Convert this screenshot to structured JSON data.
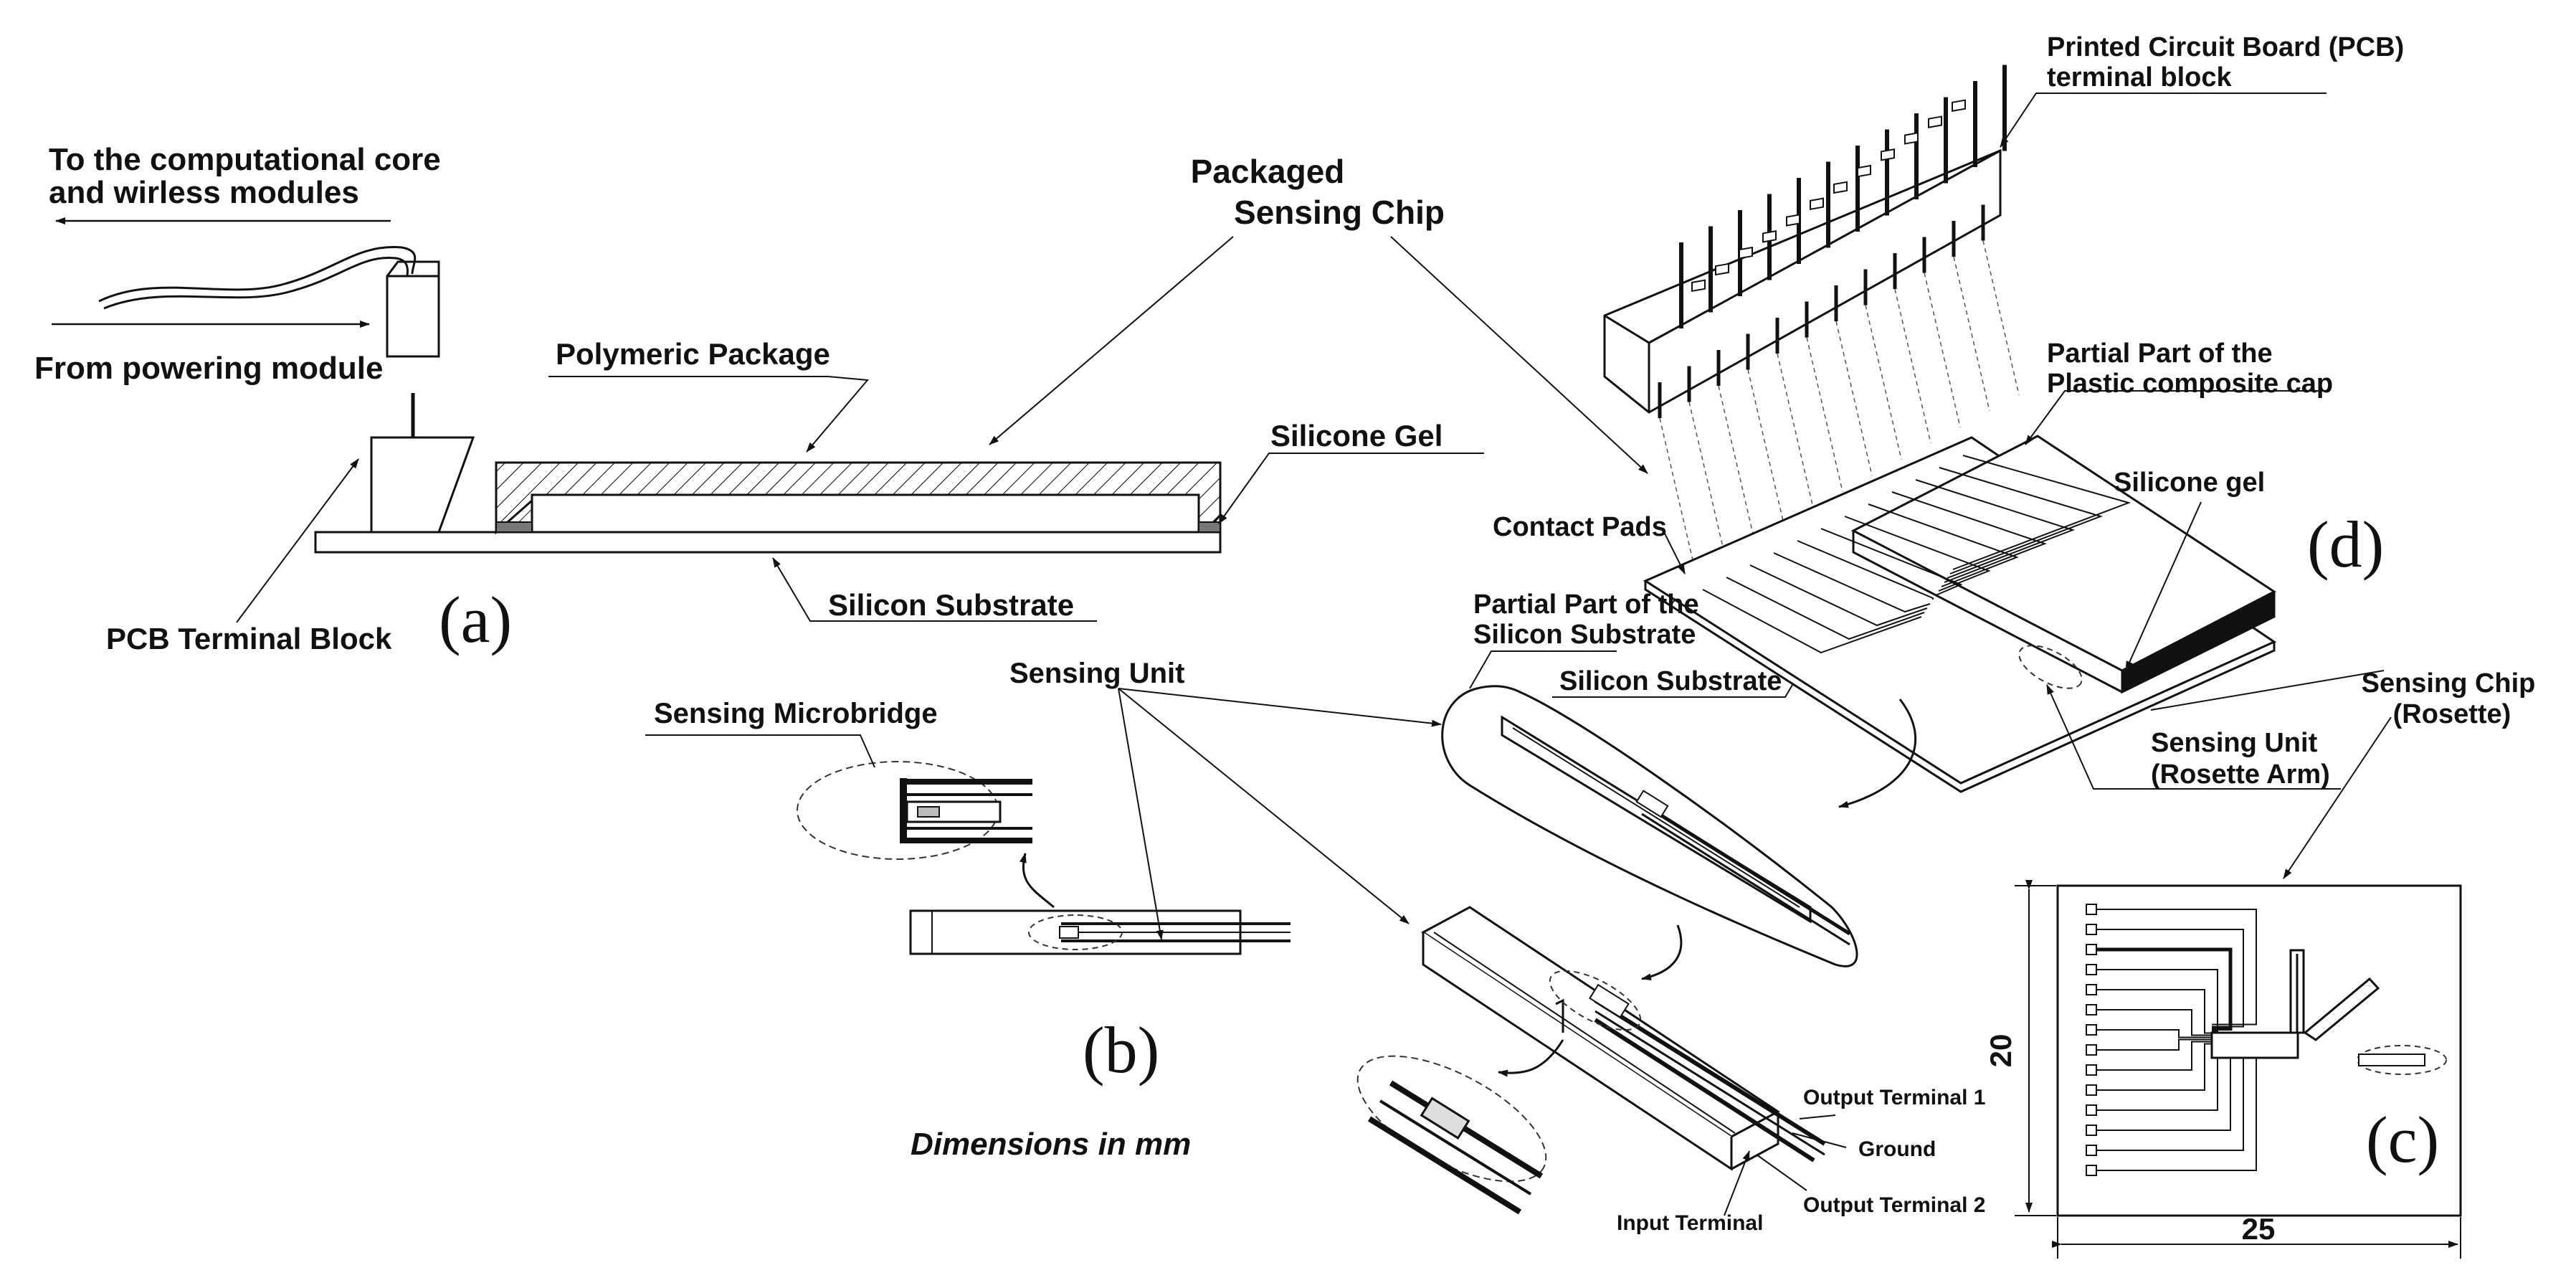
{
  "labels": {
    "to_core": "To the computational core",
    "to_core_2": "and wirless modules",
    "from_power": "From powering module",
    "packaged_1": "Packaged",
    "packaged_2": "Sensing Chip",
    "polymeric_package": "Polymeric Package",
    "silicone_gel_a": "Silicone Gel",
    "pcb_terminal_block": "PCB Terminal Block",
    "silicon_substrate_a": "Silicon Substrate",
    "pcb_top_1": "Printed Circuit Board (PCB)",
    "pcb_top_2": "terminal block",
    "cap_1": "Partial Part of the",
    "cap_2": "Plastic composite cap",
    "silicone_gel_d": "Silicone gel",
    "contact_pads": "Contact Pads",
    "partial_sub_1": "Partial Part of the",
    "partial_sub_2": "Silicon Substrate",
    "sensing_unit": "Sensing Unit",
    "sensing_microbridge": "Sensing Microbridge",
    "silicon_substrate_d": "Silicon Substrate",
    "sensing_unit_rosette_1": "Sensing Unit",
    "sensing_unit_rosette_2": "(Rosette Arm)",
    "sensing_chip_1": "Sensing Chip",
    "sensing_chip_2": "(Rosette)",
    "output_terminal_1": "Output Terminal 1",
    "ground": "Ground",
    "output_terminal_2": "Output Terminal 2",
    "input_terminal": "Input Terminal",
    "dimensions": "Dimensions in mm"
  },
  "panels": {
    "a": "(a)",
    "b": "(b)",
    "c": "(c)",
    "d": "(d)"
  },
  "dimensions": {
    "height": "20",
    "width": "25"
  },
  "counts": {
    "pcb_pins": 12,
    "rosette_pads": 14
  }
}
